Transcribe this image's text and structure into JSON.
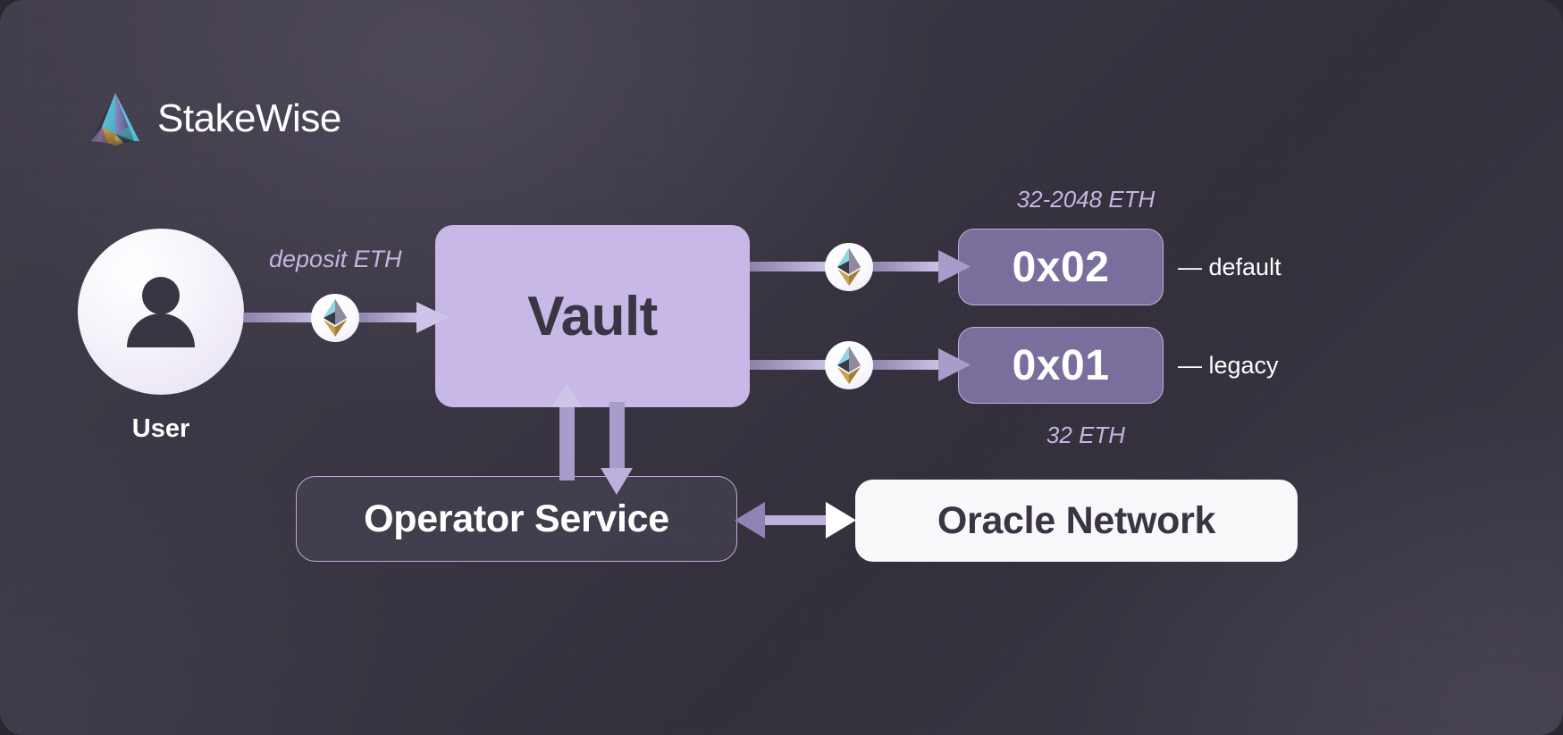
{
  "brand": {
    "name": "StakeWise",
    "logo_icon": "stakewise-pyramid-logo"
  },
  "nodes": {
    "user": {
      "label": "User",
      "icon": "user-avatar-icon"
    },
    "vault": {
      "label": "Vault"
    },
    "operator": {
      "label": "Operator Service"
    },
    "oracle": {
      "label": "Oracle Network"
    },
    "cred_0x02": {
      "label": "0x02",
      "note": "32-2048 ETH",
      "side_note": "— default"
    },
    "cred_0x01": {
      "label": "0x01",
      "note": "32 ETH",
      "side_note": "— legacy"
    }
  },
  "edges": {
    "deposit": {
      "label": "deposit ETH",
      "icon": "ethereum-coin-icon"
    },
    "vault_to_0x02": {
      "icon": "ethereum-coin-icon"
    },
    "vault_to_0x01": {
      "icon": "ethereum-coin-icon"
    }
  },
  "colors": {
    "background_dark": "#393542",
    "vault_fill": "#c7b8e8",
    "credential_fill": "#7a6f9c",
    "oracle_fill": "#faf8fb",
    "accent_purple": "#bdaede",
    "note_text": "#c3b5e3",
    "text_light": "#ffffff",
    "text_dark": "#3a3543"
  }
}
